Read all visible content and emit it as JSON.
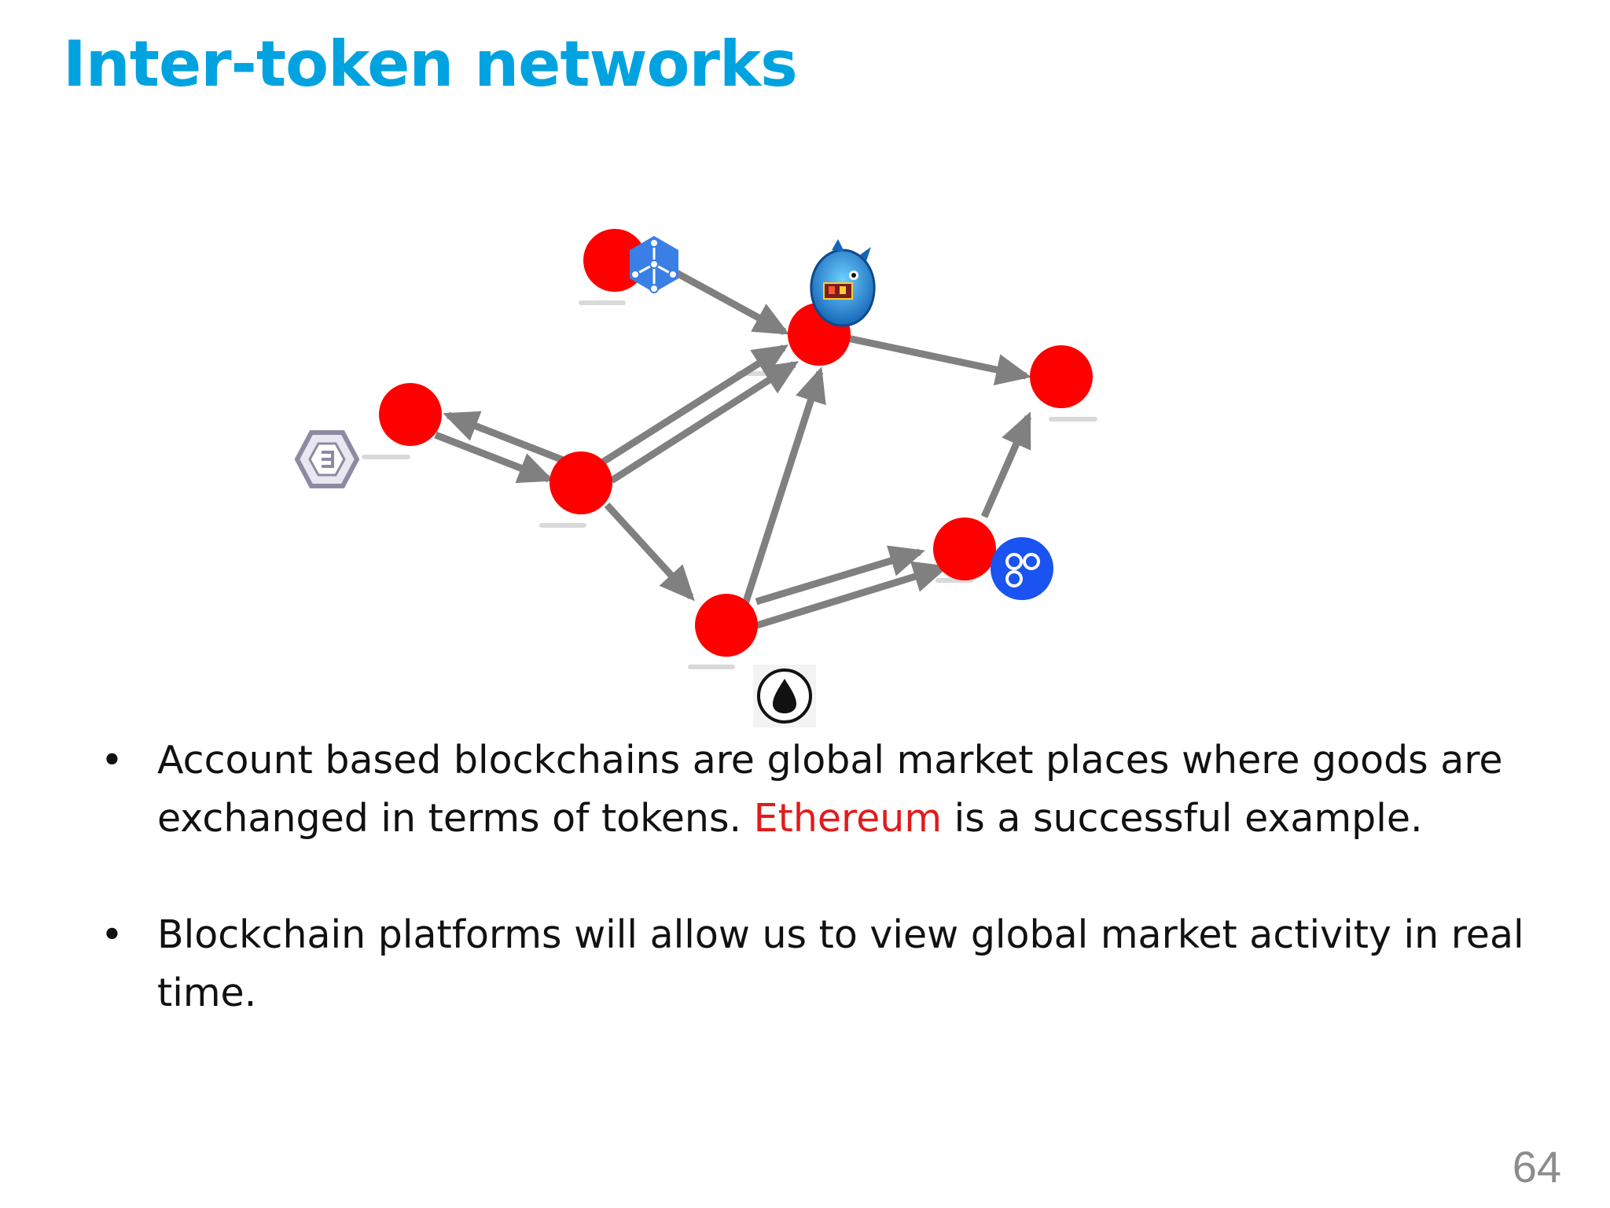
{
  "slide": {
    "title": "Inter-token networks",
    "page_number": "64"
  },
  "bullets": [
    {
      "before": "Account based blockchains are global market places where goods are exchanged in terms of tokens. ",
      "highlight": "Ethereum",
      "after": " is a successful example."
    },
    {
      "before": "Blockchain platforms will allow us to view global market activity in real time.",
      "highlight": "",
      "after": ""
    }
  ],
  "bullet_symbol": "•",
  "colors": {
    "title": "#00a3e0",
    "node": "#ff0000",
    "edge": "#808080",
    "highlight": "#e21b1b",
    "page_number": "#8c8c8c"
  },
  "diagram": {
    "nodes": [
      "n-top-left",
      "n-top-center",
      "n-right",
      "n-left",
      "n-center",
      "n-bottom",
      "n-right-lower"
    ],
    "edges": [
      {
        "from": "n-top-left",
        "to": "n-top-center"
      },
      {
        "from": "n-top-center",
        "to": "n-right"
      },
      {
        "from": "n-center",
        "to": "n-left"
      },
      {
        "from": "n-left",
        "to": "n-center"
      },
      {
        "from": "n-center",
        "to": "n-top-center"
      },
      {
        "from": "n-center",
        "to": "n-top-center"
      },
      {
        "from": "n-center",
        "to": "n-bottom"
      },
      {
        "from": "n-bottom",
        "to": "n-top-center"
      },
      {
        "from": "n-bottom",
        "to": "n-right-lower"
      },
      {
        "from": "n-bottom",
        "to": "n-right-lower"
      },
      {
        "from": "n-right-lower",
        "to": "n-right"
      }
    ],
    "token_icons": [
      "network-token-icon",
      "dragon-token-icon",
      "emercoin-token-icon",
      "omisego-token-icon",
      "aragon-token-icon"
    ]
  }
}
